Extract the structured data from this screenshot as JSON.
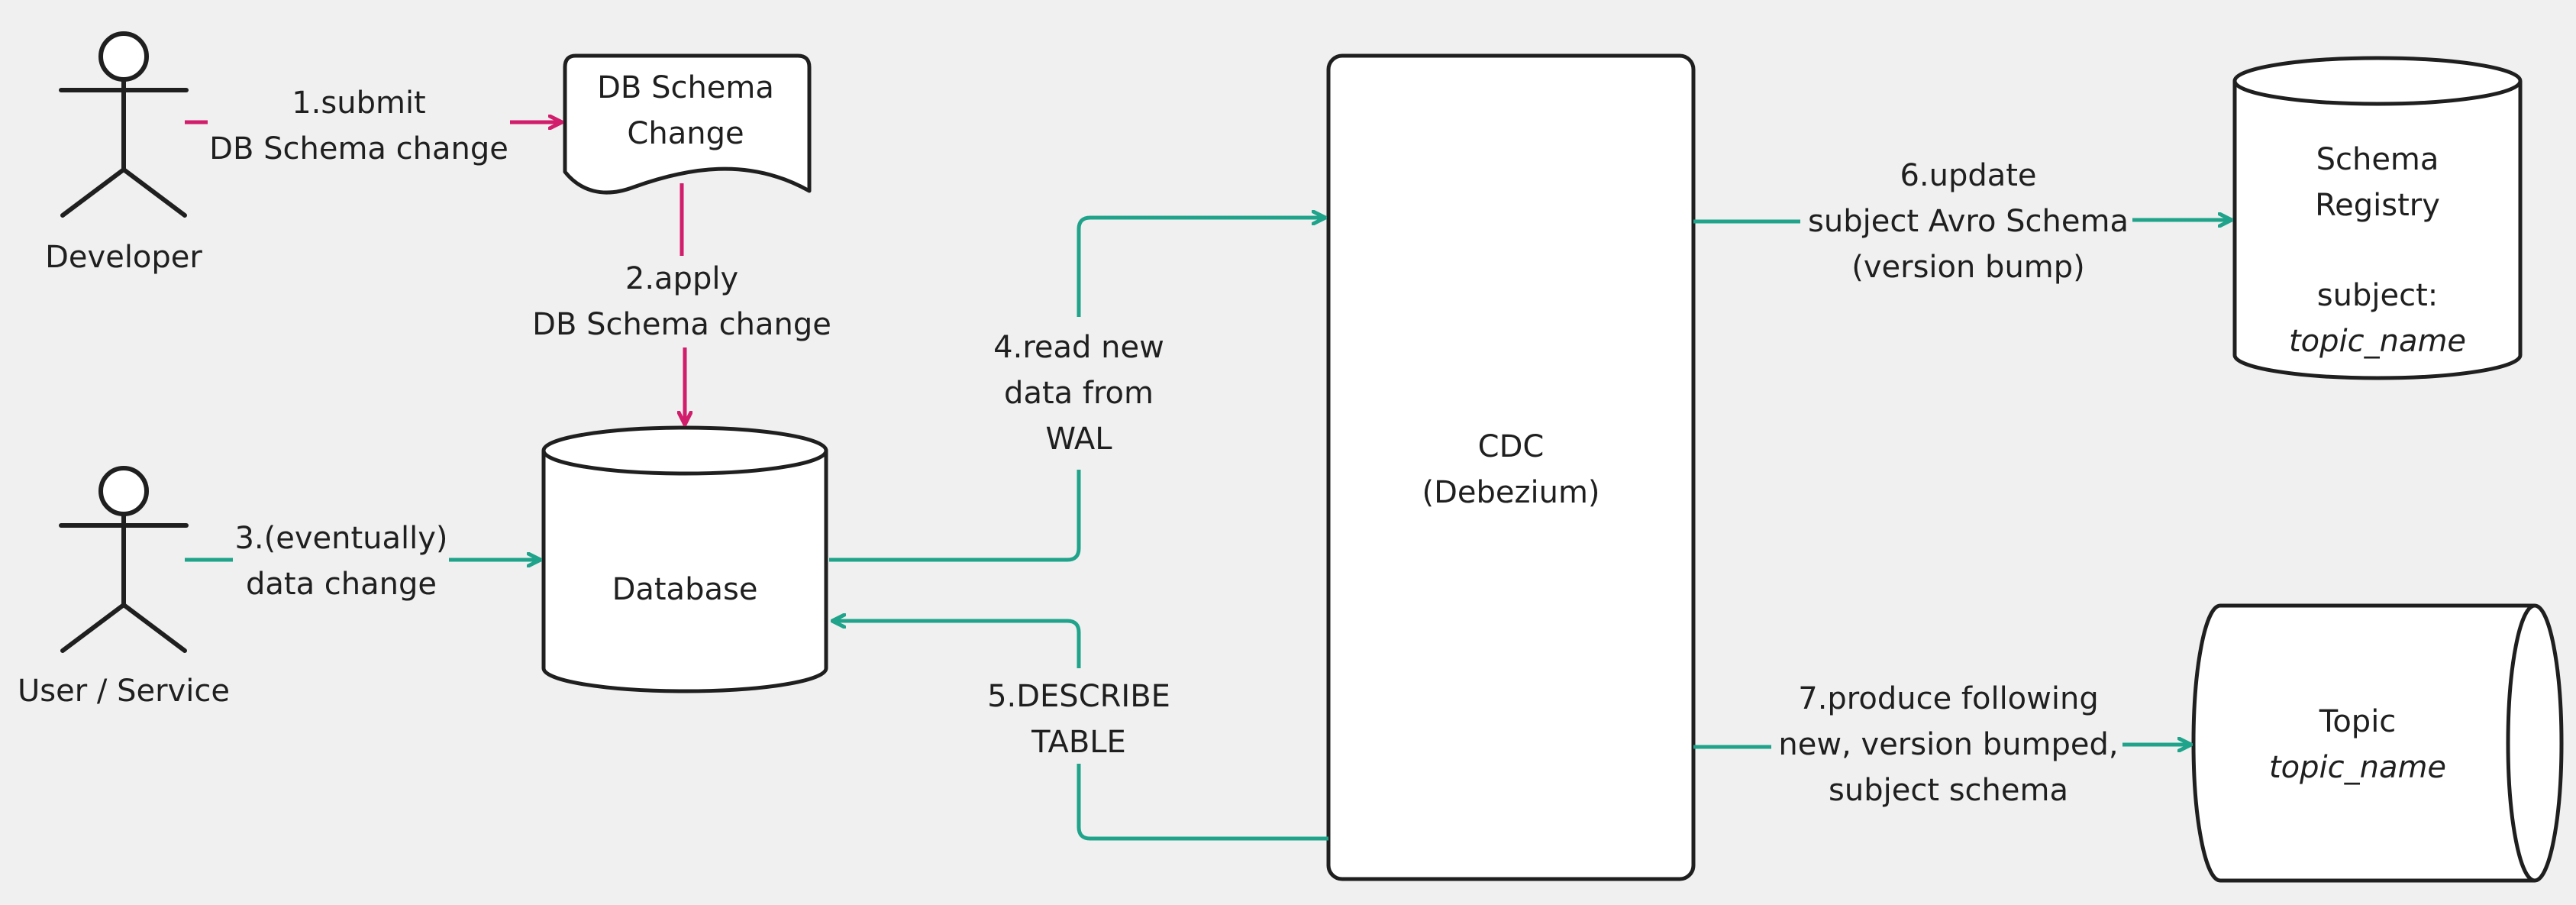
{
  "colors": {
    "background": "#f0f0f0",
    "stroke": "#1f1f1f",
    "shape_fill": "#ffffff",
    "developer_flow": "#d11d6b",
    "data_flow": "#1fa38a",
    "text": "#1f1f1f"
  },
  "actors": {
    "developer": {
      "label": "Developer",
      "icon": "person-icon"
    },
    "user_service": {
      "label": "User / Service",
      "icon": "person-icon"
    }
  },
  "nodes": {
    "schema_change_doc": {
      "line1": "DB Schema",
      "line2": "Change"
    },
    "database": {
      "label": "Database"
    },
    "cdc": {
      "line1": "CDC",
      "line2": "(Debezium)"
    },
    "schema_registry": {
      "line1": "Schema",
      "line2": "Registry",
      "line3": "subject:",
      "line4": "topic_name"
    },
    "topic": {
      "line1": "Topic",
      "line2": "topic_name"
    }
  },
  "edges": {
    "submit": {
      "line1": "1.submit",
      "line2": "DB Schema change"
    },
    "apply": {
      "line1": "2.apply",
      "line2": "DB Schema change"
    },
    "data_change": {
      "line1": "3.(eventually)",
      "line2": "data change"
    },
    "read_wal": {
      "line1": "4.read new",
      "line2": "data from",
      "line3": "WAL"
    },
    "describe_table": {
      "line1": "5.DESCRIBE",
      "line2": "TABLE"
    },
    "update_schema": {
      "line1": "6.update",
      "line2": "subject Avro Schema",
      "line3": "(version bump)"
    },
    "produce": {
      "line1": "7.produce following",
      "line2": "new, version bumped,",
      "line3": "subject schema"
    }
  }
}
